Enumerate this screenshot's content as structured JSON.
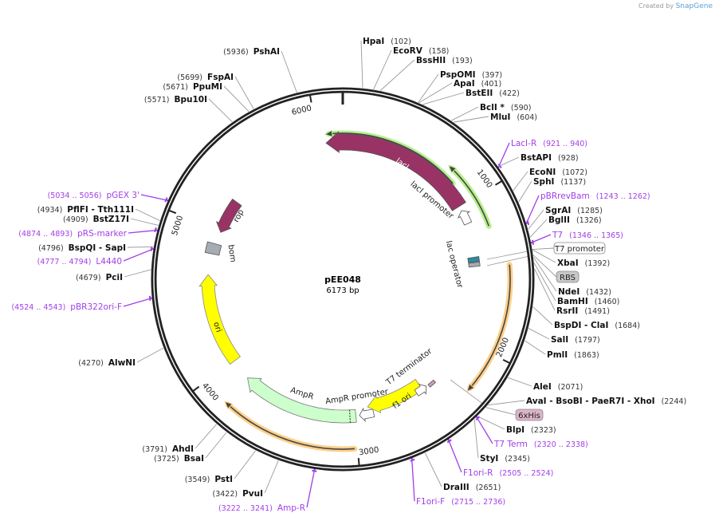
{
  "branding": {
    "prefix": "Created by",
    "name": "SnapGene"
  },
  "plasmid": {
    "name": "pEE048",
    "length": "6173 bp",
    "total_bp": 6173
  },
  "ticks": [
    "1000",
    "2000",
    "3000",
    "4000",
    "5000",
    "6000"
  ],
  "sites": [
    {
      "name": "HpaI",
      "pos": "(102)",
      "bp": 102
    },
    {
      "name": "EcoRV",
      "pos": "(158)",
      "bp": 158
    },
    {
      "name": "BssHII",
      "pos": "(193)",
      "bp": 193
    },
    {
      "name": "PspOMI",
      "pos": "(397)",
      "bp": 397
    },
    {
      "name": "ApaI",
      "pos": "(401)",
      "bp": 401
    },
    {
      "name": "BstEII",
      "pos": "(422)",
      "bp": 422
    },
    {
      "name": "BclI *",
      "pos": "(590)",
      "bp": 590
    },
    {
      "name": "MluI",
      "pos": "(604)",
      "bp": 604
    },
    {
      "name": "BstAPI",
      "pos": "(928)",
      "bp": 928
    },
    {
      "name": "EcoNI",
      "pos": "(1072)",
      "bp": 1072
    },
    {
      "name": "SphI",
      "pos": "(1137)",
      "bp": 1137
    },
    {
      "name": "SgrAI",
      "pos": "(1285)",
      "bp": 1285
    },
    {
      "name": "BglII",
      "pos": "(1326)",
      "bp": 1326
    },
    {
      "name": "XbaI",
      "pos": "(1392)",
      "bp": 1392
    },
    {
      "name": "NdeI",
      "pos": "(1432)",
      "bp": 1432
    },
    {
      "name": "BamHI",
      "pos": "(1460)",
      "bp": 1460
    },
    {
      "name": "RsrII",
      "pos": "(1491)",
      "bp": 1491
    },
    {
      "name": "BspDI  - ClaI",
      "pos": "(1684)",
      "bp": 1684
    },
    {
      "name": "SalI",
      "pos": "(1797)",
      "bp": 1797
    },
    {
      "name": "PmlI",
      "pos": "(1863)",
      "bp": 1863
    },
    {
      "name": "AleI",
      "pos": "(2071)",
      "bp": 2071
    },
    {
      "name": "AvaI  - BsoBI  - PaeR7I  - XhoI",
      "pos": "(2244)",
      "bp": 2244
    },
    {
      "name": "BlpI",
      "pos": "(2323)",
      "bp": 2323
    },
    {
      "name": "StyI",
      "pos": "(2345)",
      "bp": 2345
    },
    {
      "name": "DraIII",
      "pos": "(2651)",
      "bp": 2651
    },
    {
      "name": "PvuI",
      "pos": "(3422)",
      "bp": 3422
    },
    {
      "name": "PstI",
      "pos": "(3549)",
      "bp": 3549
    },
    {
      "name": "BsaI",
      "pos": "(3725)",
      "bp": 3725
    },
    {
      "name": "AhdI",
      "pos": "(3791)",
      "bp": 3791
    },
    {
      "name": "AlwNI",
      "pos": "(4270)",
      "bp": 4270
    },
    {
      "name": "PciI",
      "pos": "(4679)",
      "bp": 4679
    },
    {
      "name": "BspQI  - SapI",
      "pos": "(4796)",
      "bp": 4796
    },
    {
      "name": "BstZ17I",
      "pos": "(4909)",
      "bp": 4909
    },
    {
      "name": "PflFI  - Tth111I",
      "pos": "(4934)",
      "bp": 4934
    },
    {
      "name": "Bpu10I",
      "pos": "(5571)",
      "bp": 5571
    },
    {
      "name": "PpuMI",
      "pos": "(5671)",
      "bp": 5671
    },
    {
      "name": "FspAI",
      "pos": "(5699)",
      "bp": 5699
    },
    {
      "name": "PshAI",
      "pos": "(5936)",
      "bp": 5936
    }
  ],
  "primers": [
    {
      "name": "LacI-R",
      "range": "(921 .. 940)",
      "bp": 930
    },
    {
      "name": "pBRrevBam",
      "range": "(1243 .. 1262)",
      "bp": 1252
    },
    {
      "name": "T7",
      "range": "(1346 .. 1365)",
      "bp": 1355
    },
    {
      "name": "T7 Term",
      "range": "(2320 .. 2338)",
      "bp": 2329
    },
    {
      "name": "F1ori-R",
      "range": "(2505 .. 2524)",
      "bp": 2514
    },
    {
      "name": "F1ori-F",
      "range": "(2715 .. 2736)",
      "bp": 2725
    },
    {
      "name": "Amp-R",
      "range": "(3222 .. 3241)",
      "bp": 3231
    },
    {
      "name": "pBR322ori-F",
      "range": "(4524 .. 4543)",
      "bp": 4533
    },
    {
      "name": "L4440",
      "range": "(4777 .. 4794)",
      "bp": 4785
    },
    {
      "name": "pRS-marker",
      "range": "(4874 .. 4893)",
      "bp": 4883
    },
    {
      "name": "pGEX 3'",
      "range": "(5034 .. 5056)",
      "bp": 5045
    }
  ],
  "boxed_features": [
    {
      "name": "T7 promoter",
      "color": "#ffffff"
    },
    {
      "name": "RBS",
      "color": "#c8c8c8"
    },
    {
      "name": "6xHis",
      "color": "#dcb4c8"
    }
  ],
  "features": {
    "lacI": "lacI",
    "lacI_promoter": "lacI promoter",
    "lac_operator": "lac operator",
    "T7_terminator": "T7 terminator",
    "f1_ori": "f1 ori",
    "AmpR_promoter": "AmpR promoter",
    "AmpR": "AmpR",
    "ori": "ori",
    "bom": "bom",
    "rop": "rop"
  },
  "colors": {
    "backbone": "#222222",
    "primer": "#a13ee8",
    "lacI": "#993366",
    "AmpR": "#ccffcc",
    "ori": "#ffff00",
    "bom": "#a6acb4",
    "orf_highlight_green": "#b6f08c",
    "orf_highlight_orange": "#fdd08a",
    "lac_operator": "#2a8ca0"
  }
}
